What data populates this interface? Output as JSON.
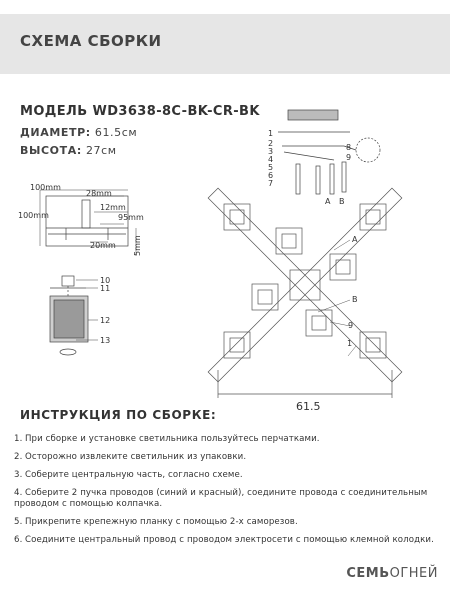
{
  "header": {
    "title": "СХЕМА СБОРКИ"
  },
  "model": {
    "label": "МОДЕЛЬ WD3638-8C-BK-CR-BK"
  },
  "specs": {
    "diameter_label": "ДИАМЕТР:",
    "diameter_value": "61.5см",
    "height_label": "ВЫСОТА:",
    "height_value": "27см"
  },
  "bracket_dims": {
    "d1": "100mm",
    "d2": "28mm",
    "d3": "12mm",
    "d4": "95mm",
    "d5": "100mm",
    "d6": "20mm",
    "d7": "5mm"
  },
  "parts_left": [
    "10",
    "11",
    "12",
    "13"
  ],
  "parts_top": [
    "1",
    "2",
    "3",
    "4",
    "5",
    "6",
    "7"
  ],
  "parts_top_letters": [
    "A",
    "B"
  ],
  "parts_top_right": [
    "8",
    "9"
  ],
  "plan_labels": {
    "a": "A",
    "b": "B",
    "n9": "9",
    "n1": "1"
  },
  "plan_dimension": "61.5",
  "instructions": {
    "title": "ИНСТРУКЦИЯ ПО СБОРКЕ:",
    "steps": [
      {
        "n": "1.",
        "text": "При сборке и установке светильника пользуйтесь перчатками."
      },
      {
        "n": "2.",
        "text": "Осторожно извлеките светильник из упаковки."
      },
      {
        "n": "3.",
        "text": "Соберите центральную часть, согласно схеме."
      },
      {
        "n": "4.",
        "text": "Соберите 2 пучка проводов (синий и красный), соедините провода с соединительным проводом с помощью колпачка."
      },
      {
        "n": "5.",
        "text": "Прикрепите крепежную планку с помощью 2-х саморезов."
      },
      {
        "n": "6.",
        "text": "Соедините центральный провод с проводом электросети с помощью клемной колодки."
      }
    ]
  },
  "brand": {
    "bold": "СЕМЬ",
    "light": "ОГНЕЙ"
  }
}
